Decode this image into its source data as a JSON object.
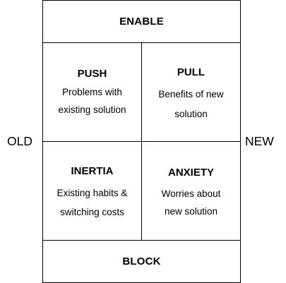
{
  "diagram": {
    "enable_label": "ENABLE",
    "block_label": "BLOCK",
    "old_label": "OLD",
    "new_label": "NEW",
    "cells": {
      "push": {
        "title": "PUSH",
        "line1": "Problems with",
        "line2": "existing solution"
      },
      "pull": {
        "title": "PULL",
        "line1": "Benefits of new",
        "line2": "solution"
      },
      "inertia": {
        "title": "INERTIA",
        "line1": "Existing habits &",
        "line2": "switching costs"
      },
      "anxiety": {
        "title": "ANXIETY",
        "line1": "Worries about",
        "line2": "new solution"
      }
    }
  }
}
